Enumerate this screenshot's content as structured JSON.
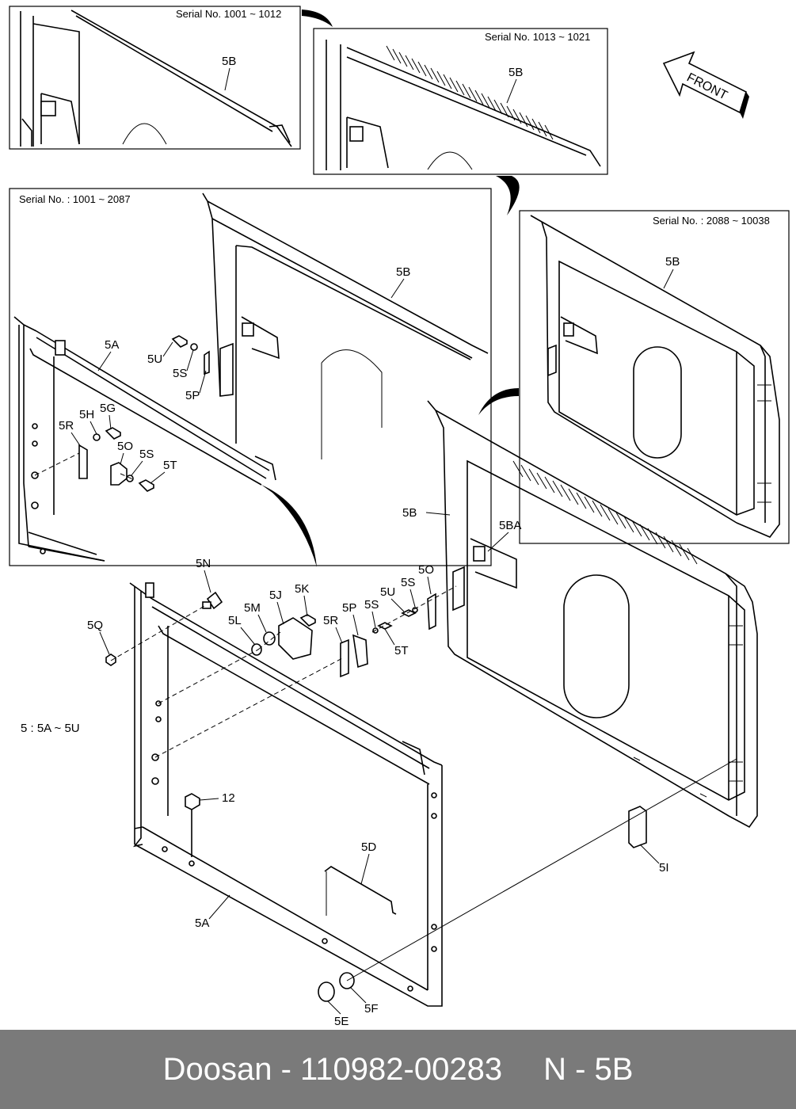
{
  "footer": {
    "brand": "Doosan",
    "separator": " - ",
    "part_number": "110982-00283",
    "code": "N - 5B"
  },
  "insets": {
    "inset1": {
      "serial": "Serial No. 1001 ~ 1012",
      "part": "5B"
    },
    "inset2": {
      "serial": "Serial No. 1013 ~ 1021",
      "part": "5B"
    },
    "inset3": {
      "serial": "Serial No. : 1001 ~ 2087",
      "parts": [
        "5B",
        "5A",
        "5U",
        "5S",
        "5P",
        "5R",
        "5H",
        "5G",
        "5O",
        "5S",
        "5T"
      ]
    },
    "inset4": {
      "serial": "Serial No. : 2088 ~ 10038",
      "part": "5B"
    }
  },
  "front_label": "FRONT",
  "range_note": "5 : 5A ~ 5U",
  "main_labels": {
    "n": "5N",
    "q": "5Q",
    "m": "5M",
    "j": "5J",
    "k": "5K",
    "l": "5L",
    "r": "5R",
    "p": "5P",
    "s1": "5S",
    "u": "5U",
    "s2": "5S",
    "o": "5O",
    "t": "5T",
    "b": "5B",
    "ba": "5BA",
    "i": "5I",
    "d": "5D",
    "a": "5A",
    "e": "5E",
    "f": "5F",
    "twelve": "12"
  }
}
